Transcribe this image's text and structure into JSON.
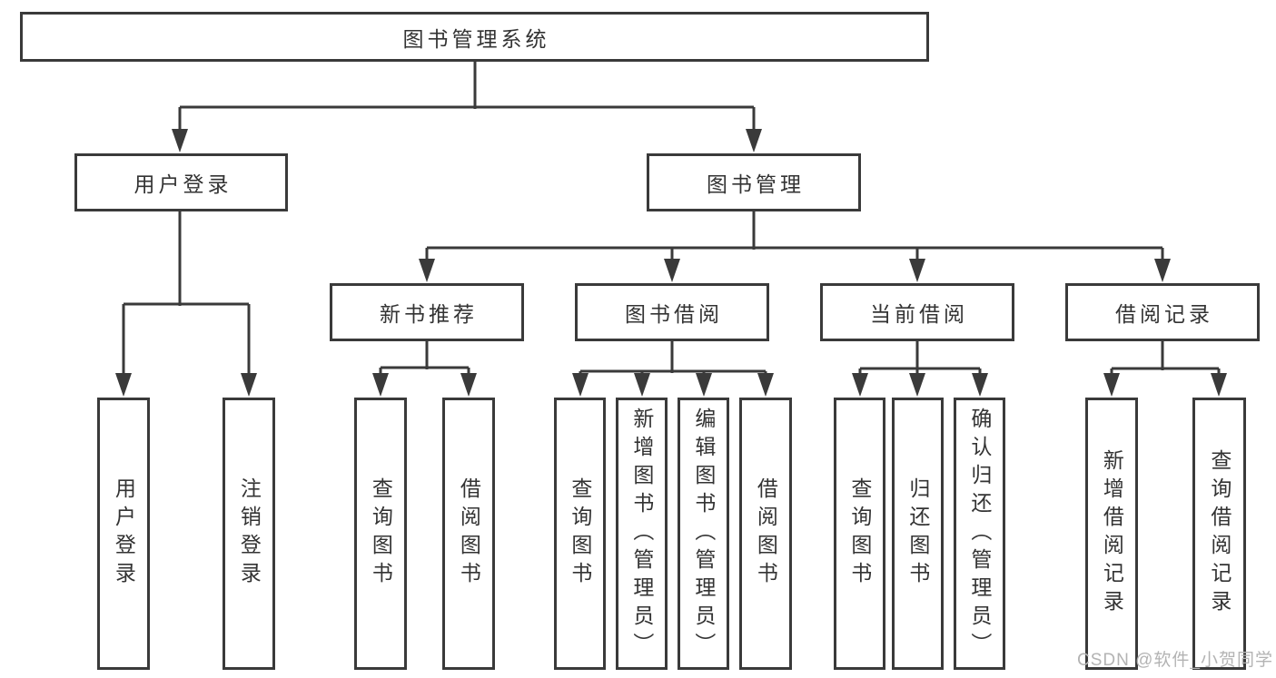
{
  "diagram_title": "图书管理系统",
  "root": {
    "label": "图书管理系统"
  },
  "nodes": {
    "user_login": {
      "label": "用户登录"
    },
    "book_management": {
      "label": "图书管理"
    },
    "new_book_recommendation": {
      "label": "新书推荐"
    },
    "book_borrowing": {
      "label": "图书借阅"
    },
    "current_borrowing": {
      "label": "当前借阅"
    },
    "borrowing_records": {
      "label": "借阅记录"
    },
    "user_login_leaf": {
      "label": "用户登录"
    },
    "logout_leaf": {
      "label": "注销登录"
    },
    "query_books_under_recommend": {
      "label": "查询图书"
    },
    "borrow_books_under_recommend": {
      "label": "借阅图书"
    },
    "query_books_under_borrowing": {
      "label": "查询图书"
    },
    "add_books_admin": {
      "label": "新增图书（管理员）"
    },
    "edit_books_admin": {
      "label": "编辑图书（管理员）"
    },
    "borrow_books_under_borrowing": {
      "label": "借阅图书"
    },
    "query_books_under_current": {
      "label": "查询图书"
    },
    "return_books": {
      "label": "归还图书"
    },
    "confirm_return_admin": {
      "label": "确认归还（管理员）"
    },
    "add_borrowing_record": {
      "label": "新增借阅记录"
    },
    "query_borrowing_record": {
      "label": "查询借阅记录"
    }
  },
  "edges": [
    [
      "root",
      "user_login"
    ],
    [
      "root",
      "book_management"
    ],
    [
      "user_login",
      "user_login_leaf"
    ],
    [
      "user_login",
      "logout_leaf"
    ],
    [
      "book_management",
      "new_book_recommendation"
    ],
    [
      "book_management",
      "book_borrowing"
    ],
    [
      "book_management",
      "current_borrowing"
    ],
    [
      "book_management",
      "borrowing_records"
    ],
    [
      "new_book_recommendation",
      "query_books_under_recommend"
    ],
    [
      "new_book_recommendation",
      "borrow_books_under_recommend"
    ],
    [
      "book_borrowing",
      "query_books_under_borrowing"
    ],
    [
      "book_borrowing",
      "add_books_admin"
    ],
    [
      "book_borrowing",
      "edit_books_admin"
    ],
    [
      "book_borrowing",
      "borrow_books_under_borrowing"
    ],
    [
      "current_borrowing",
      "query_books_under_current"
    ],
    [
      "current_borrowing",
      "return_books"
    ],
    [
      "current_borrowing",
      "confirm_return_admin"
    ],
    [
      "borrowing_records",
      "add_borrowing_record"
    ],
    [
      "borrowing_records",
      "query_borrowing_record"
    ]
  ],
  "watermark": {
    "text": "CSDN @软件_小贺同学"
  },
  "colors": {
    "line": "#3a3a3a",
    "border": "#3a3a3a",
    "text": "#333333",
    "watermark_text": "#b3b3b3",
    "background": "#ffffff"
  }
}
